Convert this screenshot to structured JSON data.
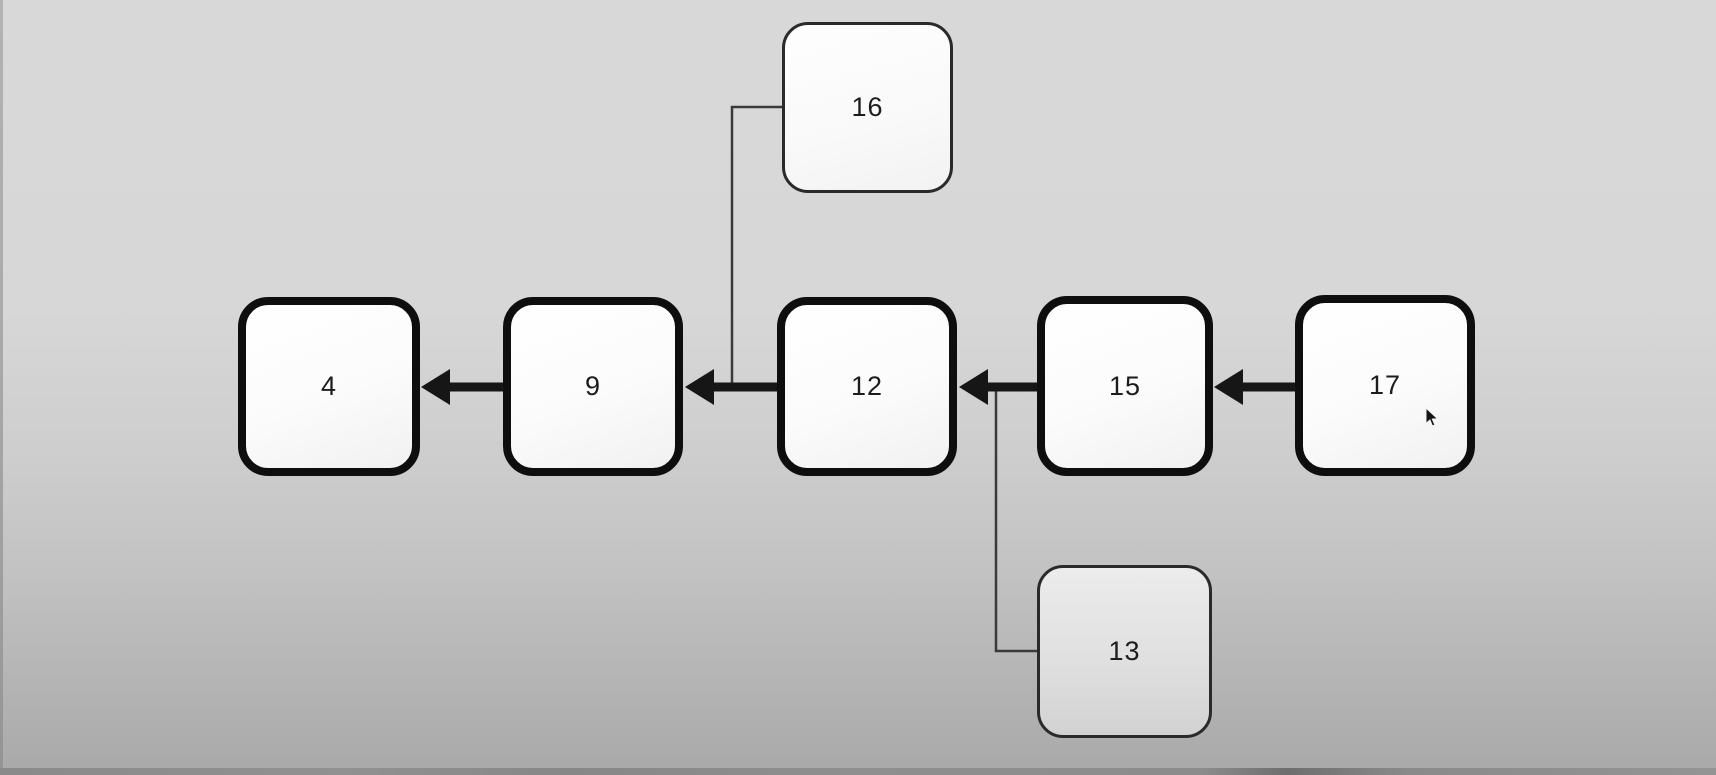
{
  "canvas": {
    "background_top_color": "#d8d8d8",
    "background_bottom_color": "#aaaaaa",
    "bottom_bar_color": "#8a8a8a",
    "line_color": "#161616"
  },
  "diagram": {
    "type": "linked-list",
    "nodes": [
      {
        "id": "16",
        "label": "16",
        "style": "light"
      },
      {
        "id": "4",
        "label": "4",
        "style": "bold"
      },
      {
        "id": "9",
        "label": "9",
        "style": "bold"
      },
      {
        "id": "12",
        "label": "12",
        "style": "bold"
      },
      {
        "id": "15",
        "label": "15",
        "style": "bold"
      },
      {
        "id": "17",
        "label": "17",
        "style": "bold"
      },
      {
        "id": "13",
        "label": "13",
        "style": "gray"
      }
    ],
    "edges": [
      {
        "from": "9",
        "to": "4",
        "kind": "thick-arrow-left"
      },
      {
        "from": "12",
        "to": "9",
        "kind": "thick-arrow-left"
      },
      {
        "from": "15",
        "to": "12",
        "kind": "thick-arrow-left"
      },
      {
        "from": "17",
        "to": "15",
        "kind": "thick-arrow-left"
      },
      {
        "from": "16",
        "to": "9",
        "kind": "thin-elbow-joining-arrow-12-9"
      },
      {
        "from": "13",
        "to": "12",
        "kind": "thin-elbow-joining-arrow-15-12"
      }
    ]
  }
}
